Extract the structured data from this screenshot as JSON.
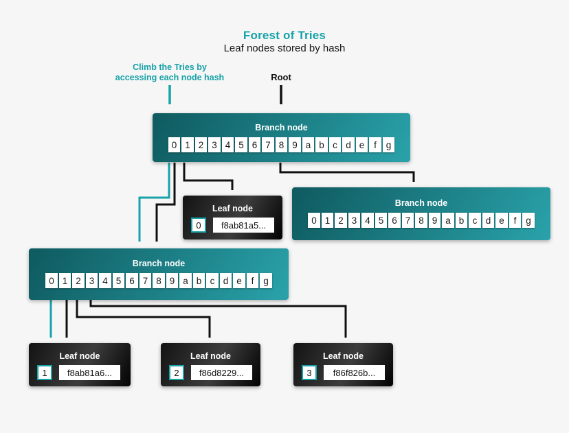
{
  "colors": {
    "background": "#f6f6f6",
    "accent_teal": "#15a2a8",
    "branch_gradient_dark": "#0e5a5f",
    "branch_gradient_light": "#2aa2aa",
    "leaf_gradient_dark": "#131313",
    "leaf_gradient_mid": "#3d3d3d",
    "arrow_black": "#101010",
    "cell_background": "#ffffff"
  },
  "header": {
    "title": "Forest of Tries",
    "subtitle": "Leaf nodes stored by hash"
  },
  "annotations": {
    "climb_line1": "Climb the Tries by",
    "climb_line2": "accessing each node hash",
    "root_label": "Root"
  },
  "hex_digits": [
    "0",
    "1",
    "2",
    "3",
    "4",
    "5",
    "6",
    "7",
    "8",
    "9",
    "a",
    "b",
    "c",
    "d",
    "e",
    "f",
    "g"
  ],
  "nodes": {
    "branch_root": {
      "label": "Branch node"
    },
    "branch_right": {
      "label": "Branch node"
    },
    "branch_left": {
      "label": "Branch node"
    },
    "leaf_0": {
      "label": "Leaf node",
      "index": "0",
      "hash": "f8ab81a5..."
    },
    "leaf_1": {
      "label": "Leaf node",
      "index": "1",
      "hash": "f8ab81a6..."
    },
    "leaf_2": {
      "label": "Leaf node",
      "index": "2",
      "hash": "f86d8229..."
    },
    "leaf_3": {
      "label": "Leaf node",
      "index": "3",
      "hash": "f86f826b..."
    }
  }
}
